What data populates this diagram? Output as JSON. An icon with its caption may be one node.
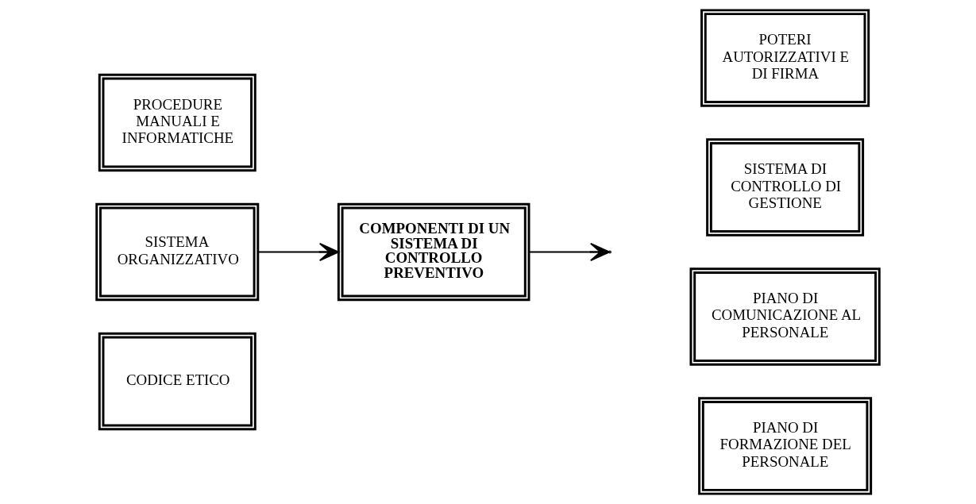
{
  "diagram": {
    "nodes": [
      {
        "text": [
          "CODICE ETICO"
        ]
      },
      {
        "text": [
          "SISTEMA ORGANIZZATIVO"
        ]
      },
      {
        "text": [
          "PROCEDURE MANUALI E INFORMATICHE"
        ]
      },
      {
        "text": [
          "COMPONENTI DI UN SISTEMA DI CONTROLLO PREVENTIVO"
        ]
      },
      {
        "text": [
          "POTERI AUTORIZZATIVI E DI FIRMA"
        ]
      },
      {
        "text": [
          "SISTEMA DI CONTROLLO DI GESTIONE"
        ]
      },
      {
        "text": [
          "PIANO DI COMUNICAZIONE AL PERSONALE"
        ]
      },
      {
        "text": [
          "PIANO DI FORMAZIONE DEL PERSONALE"
        ]
      }
    ],
    "edges": [
      {
        "from": 1,
        "to": 3,
        "arrow": "to"
      },
      {
        "from": 3,
        "to": null,
        "arrow": "to"
      }
    ]
  }
}
